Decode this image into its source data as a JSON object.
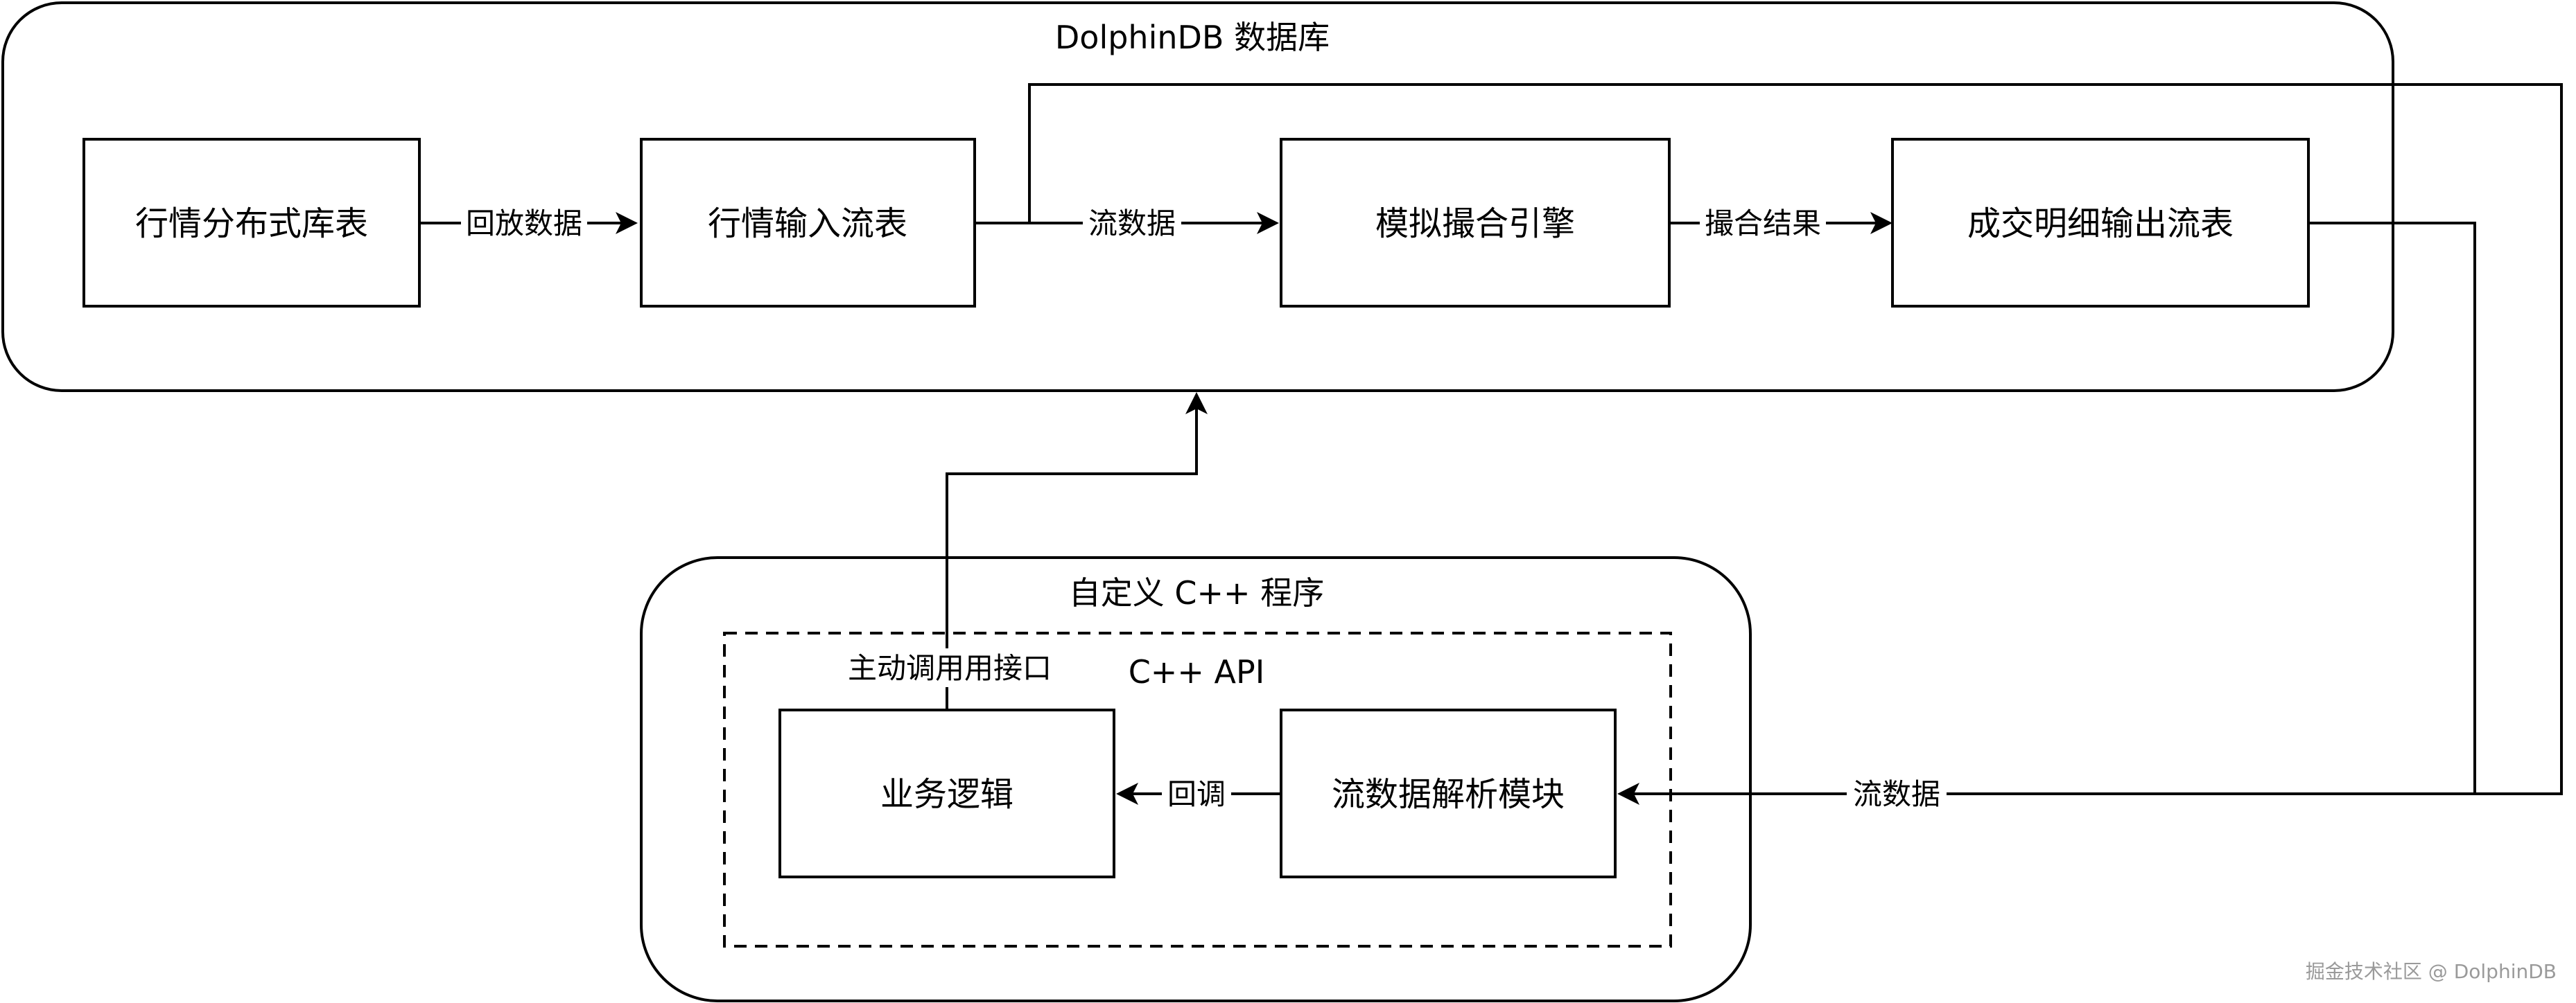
{
  "db": {
    "title": "DolphinDB 数据库",
    "nodes": {
      "market_db": "行情分布式库表",
      "input_stream": "行情输入流表",
      "matching_engine": "模拟撮合引擎",
      "trade_output": "成交明细输出流表"
    },
    "edges": {
      "replay": "回放数据",
      "stream": "流数据",
      "match_result": "撮合结果"
    }
  },
  "cpp": {
    "title": "自定义 C++ 程序",
    "api_title": "C++ API",
    "nodes": {
      "business_logic": "业务逻辑",
      "stream_parser": "流数据解析模块"
    },
    "edges": {
      "callback": "回调",
      "active_call": "主动调用用接口",
      "stream_in": "流数据"
    }
  },
  "watermark": "掘金技术社区 @ DolphinDB"
}
